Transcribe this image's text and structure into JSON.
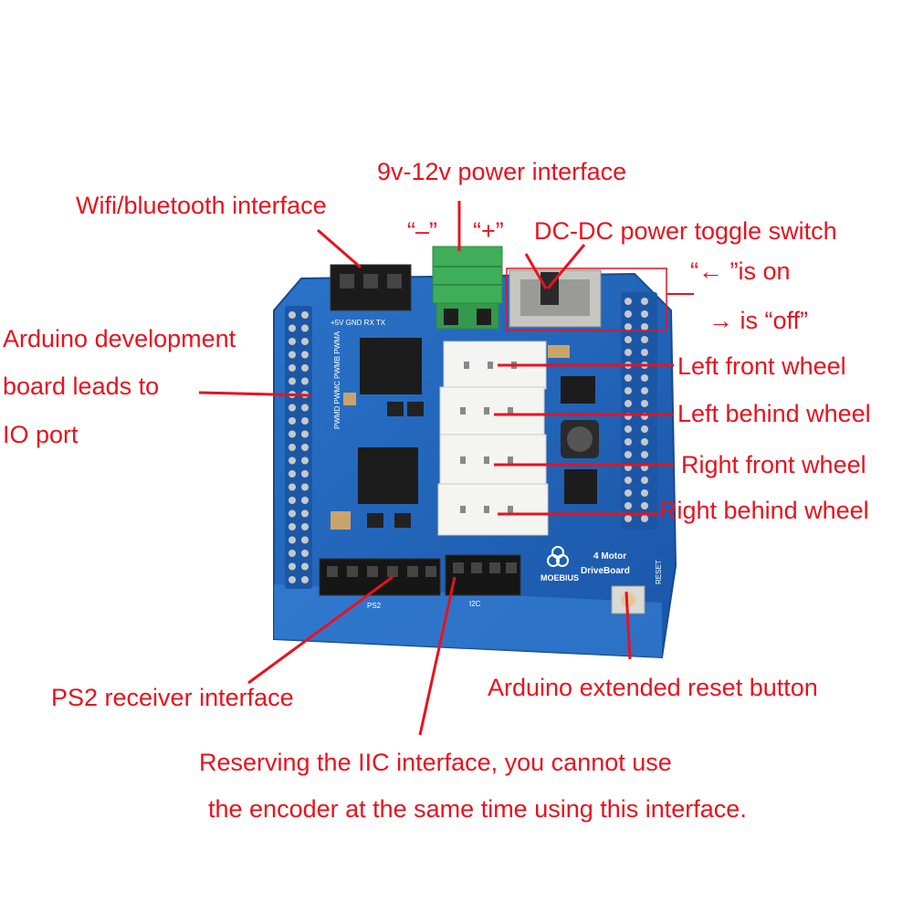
{
  "board": {
    "logo_text": "MOEBIUS",
    "title_line1": "4 Motor",
    "title_line2": "DriveBoard",
    "reset_silk": "RESET",
    "wifi_silk": "+5V GND RX TX",
    "pwm_silk": [
      "PWMD",
      "PWMC",
      "PWMB",
      "PWMA"
    ],
    "iic_silk": "I2C",
    "ps2_silk": "PS2"
  },
  "labels": {
    "power": "9v-12v power interface",
    "wifi": "Wifi/bluetooth interface",
    "polarity_minus": "“–”",
    "polarity_plus": "“+”",
    "dcdc": "DC-DC power toggle switch",
    "on": "“← ”is on",
    "off": "→ is “off”",
    "arduino_line1": "Arduino development",
    "arduino_line2": "board leads to",
    "arduino_line3": "IO port",
    "left_front": "Left front wheel",
    "left_behind": "Left behind wheel",
    "right_front": "Right front wheel",
    "right_behind": "Right behind wheel",
    "ps2": "PS2 receiver interface",
    "reset": "Arduino extended reset button",
    "iic_line1": "Reserving the IIC interface, you cannot use",
    "iic_line2": "the encoder at the same time using this interface."
  },
  "colors": {
    "annotation": "#e8121e",
    "pcb": "#1f63b8",
    "terminal": "#3fae59",
    "connector": "#f4f4f0"
  }
}
